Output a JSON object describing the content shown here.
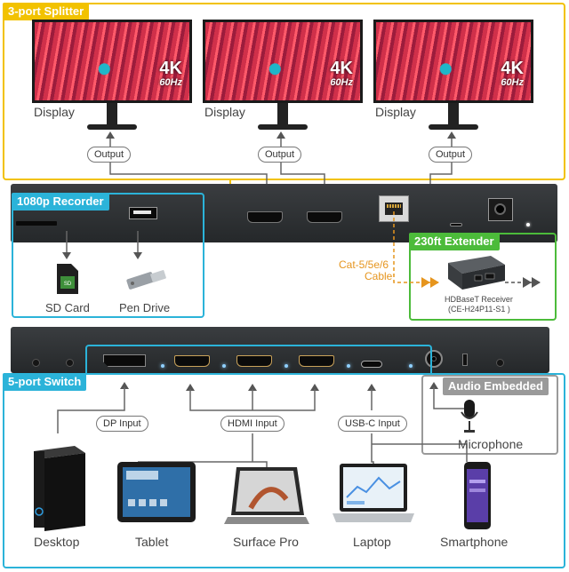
{
  "sections": {
    "splitter": "3-port Splitter",
    "recorder": "1080p Recorder",
    "extender": "230ft Extender",
    "switch": "5-port Switch",
    "audio": "Audio Embedded"
  },
  "monitors": [
    {
      "resolution": "4K",
      "refresh": "60Hz",
      "label": "Display"
    },
    {
      "resolution": "4K",
      "refresh": "60Hz",
      "label": "Display"
    },
    {
      "resolution": "4K",
      "refresh": "60Hz",
      "label": "Display"
    }
  ],
  "output_label": "Output",
  "recorder": {
    "sd_card": "SD Card",
    "pen_drive": "Pen Drive"
  },
  "extender": {
    "cable_line1": "Cat-5/5e/6",
    "cable_line2": "Cable",
    "receiver_name": "HDBaseT Receiver",
    "receiver_model": "(CE-H24P11-S1 )"
  },
  "inputs": {
    "dp": "DP Input",
    "hdmi": "HDMI Input",
    "usbc": "USB-C Input"
  },
  "microphone": "Microphone",
  "sources": [
    "Desktop",
    "Tablet",
    "Surface Pro",
    "Laptop",
    "Smartphone"
  ],
  "colors": {
    "splitter": "#f2c200",
    "recorder": "#2bb3d9",
    "extender": "#4cbb3a",
    "switch": "#2bb3d9",
    "audio": "#9a9a9a",
    "cable": "#e6951e"
  }
}
